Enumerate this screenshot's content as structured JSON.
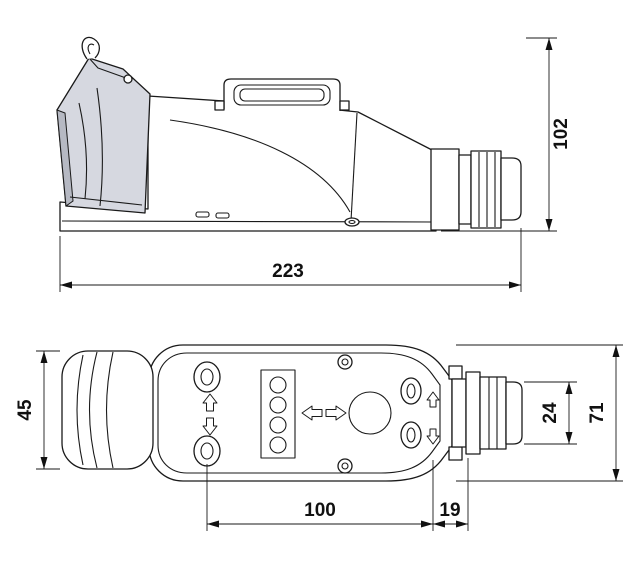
{
  "dimensions": {
    "side_length": "223",
    "side_height": "102",
    "socket_diameter": "45",
    "overall_width": "71",
    "gland_diameter": "24",
    "body_length": "100",
    "gland_length": "19"
  }
}
